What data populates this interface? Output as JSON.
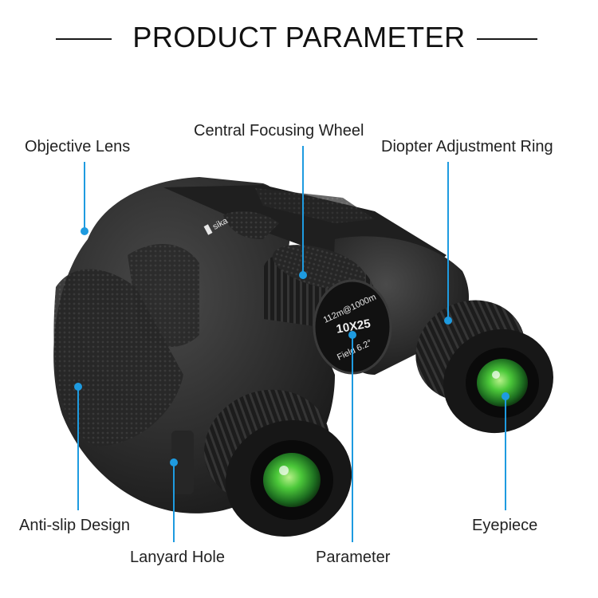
{
  "title": "PRODUCT PARAMETER",
  "brand": "sika",
  "dial": {
    "line1": "112m@1000m",
    "line2": "10X25",
    "line3": "Field 6.2°"
  },
  "labels": {
    "objective_lens": "Objective Lens",
    "central_focusing_wheel": "Central Focusing Wheel",
    "diopter_ring": "Diopter Adjustment Ring",
    "anti_slip": "Anti-slip Design",
    "lanyard_hole": "Lanyard Hole",
    "parameter": "Parameter",
    "eyepiece": "Eyepiece"
  },
  "colors": {
    "callout": "#1e9be0",
    "body": "#2b2b2b",
    "lens_green": "#3fbf3a"
  }
}
